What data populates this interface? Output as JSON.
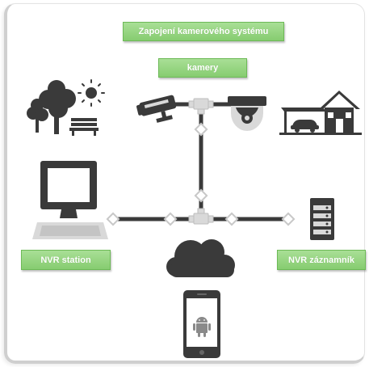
{
  "labels": {
    "title": "Zapojení kamerového systému",
    "cameras": "kamery",
    "nvr_station": "NVR station",
    "nvr_recorder": "NVR záznamník"
  },
  "colors": {
    "label_fill": "#93d47e",
    "label_border": "#6dba57",
    "label_text": "#ffffff",
    "icon_dark": "#3a3a3a",
    "icon_light": "#d9d9d9",
    "connector_fill": "#ffffff",
    "connector_stroke": "#c8c8c8"
  },
  "icons": [
    "park-icon",
    "bullet-camera-icon",
    "dome-camera-icon",
    "house-garage-icon",
    "desktop-computer-icon",
    "cloud-icon",
    "nvr-recorder-icon",
    "android-phone-icon"
  ]
}
